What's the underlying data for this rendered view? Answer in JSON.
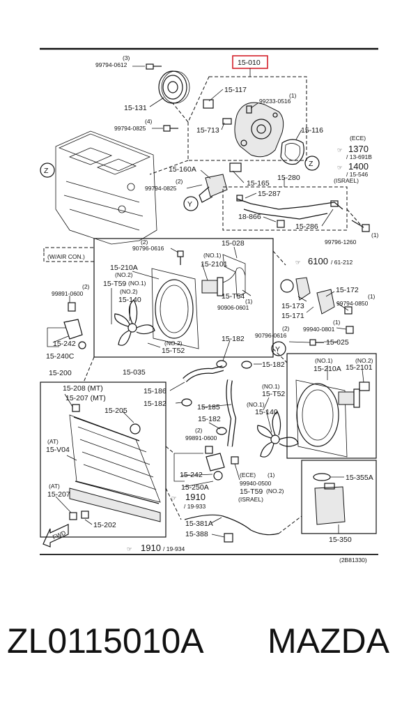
{
  "highlight_color": "#d4202a",
  "main_part": "15-010",
  "figure_code": "(2B81330)",
  "refs": {
    "z": "Z",
    "y": "Y",
    "z2": "Z",
    "y2": "Y",
    "ece": "(ECE)",
    "israel": "(ISRAEL)",
    "ref1370": "1370",
    "ref1370b": "/ 13-691B",
    "ref1400": "1400",
    "ref1400b": "/ 15-546",
    "ref6100": "6100",
    "ref6100b": "/ 61-212",
    "ref1910a": "1910",
    "ref1910ab": "/ 19-933",
    "ref1910b": "1910",
    "ref1910bb": "/ 19-934",
    "aircon": "(W/AIR CON.)",
    "fwd": "FWD"
  },
  "labels": {
    "l1": "99794-0612",
    "l1q": "(3)",
    "l2": "15-131",
    "l3": "99794-0825",
    "l3q": "(4)",
    "l4": "15-117",
    "l5": "99233-0516",
    "l5q": "(1)",
    "l6": "15-713",
    "l7": "15-116",
    "l8": "15-160A",
    "l9": "99794-0825",
    "l9q": "(2)",
    "l10": "15-165",
    "l11": "15-280",
    "l12": "15-287",
    "l13": "18-866",
    "l14": "15-286",
    "l15": "99796-1260",
    "l15q": "(1)",
    "l16": "90796-0616",
    "l16q": "(2)",
    "l17": "15-028",
    "l18": "15-210A",
    "l18q": "(NO.2)",
    "l19": "15-2101",
    "l19q": "(NO.1)",
    "l20": "15-T59",
    "l20q": "(NO.1)",
    "l21": "15-140",
    "l21q": "(NO.2)",
    "l22": "15-T54",
    "l23": "90906-0601",
    "l23q": "(1)",
    "l24": "99891-0600",
    "l24q": "(2)",
    "l25": "15-242",
    "l26": "15-240C",
    "l27": "15-T52",
    "l27q": "(NO.2)",
    "l28": "15-035",
    "l29": "15-172",
    "l30": "99794-0850",
    "l30q": "(1)",
    "l31": "15-173",
    "l32": "15-171",
    "l33": "99940-0801",
    "l33q": "(1)",
    "l34": "90796-0616",
    "l34q": "(2)",
    "l35": "15-025",
    "l36": "15-182",
    "l37": "15-182",
    "l38": "15-200",
    "l39": "15-208 (MT)",
    "l40": "15-207 (MT)",
    "l41": "15-186",
    "l42": "15-182",
    "l43": "15-185",
    "l44": "15-210A",
    "l44q": "(NO.1)",
    "l45": "15-2101",
    "l45q": "(NO.2)",
    "l46": "15-T52",
    "l46q": "(NO.1)",
    "l47": "15-140",
    "l47q": "(NO.1)",
    "l48": "15-205",
    "l49": "15-182",
    "l50": "99891-0600",
    "l50q": "(2)",
    "l51": "15-V04",
    "l51q": "(AT)",
    "l52": "15-242",
    "l53": "15-250A",
    "l54": "99940-0500",
    "l54q": "(1)",
    "l55": "15-T59",
    "l55q": "(NO.2)",
    "l56": "15-207",
    "l56q": "(AT)",
    "l57": "15-202",
    "l58": "15-381A",
    "l59": "15-388",
    "l60": "15-355A",
    "l61": "15-350"
  },
  "footer": {
    "part_number": "ZL0115010A",
    "brand": "MAZDA"
  }
}
